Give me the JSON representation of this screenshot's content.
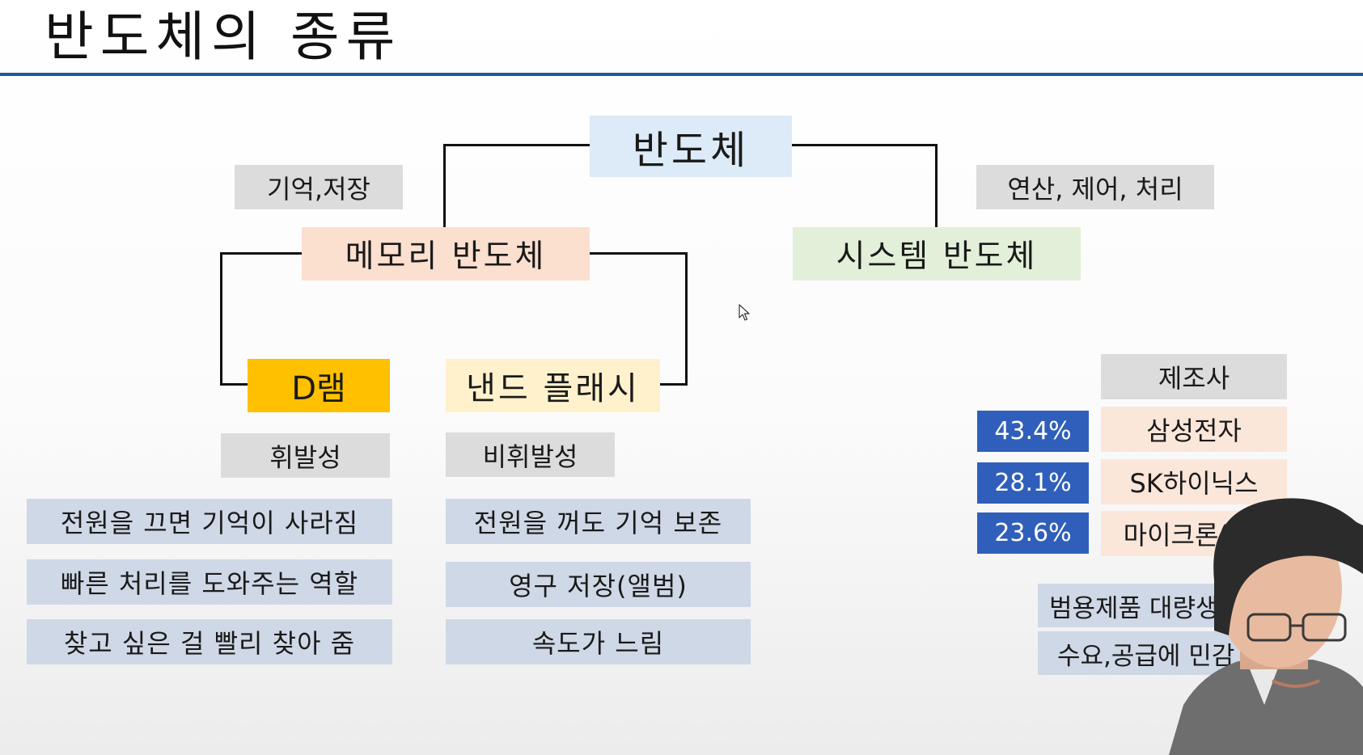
{
  "title": "반도체의 종류",
  "root": {
    "label": "반도체"
  },
  "memory": {
    "label": "메모리 반도체",
    "tag": "기억,저장",
    "dram": {
      "label": "D램",
      "property": "휘발성",
      "notes": [
        "전원을 끄면 기억이 사라짐",
        "빠른 처리를 도와주는 역할",
        "찾고 싶은 걸 빨리 찾아 줌"
      ]
    },
    "nand": {
      "label": "낸드 플래시",
      "property": "비휘발성",
      "notes": [
        "전원을 꺼도 기억 보존",
        "영구 저장(앨범)",
        "속도가 느림"
      ]
    }
  },
  "system": {
    "label": "시스템 반도체",
    "tag": "연산, 제어, 처리"
  },
  "makers": {
    "header": "제조사",
    "rows": [
      {
        "share": "43.4%",
        "name": "삼성전자"
      },
      {
        "share": "28.1%",
        "name": "SK하이닉스"
      },
      {
        "share": "23.6%",
        "name": "마이크론(美)"
      }
    ],
    "notes": [
      "범용제품 대량생산",
      "수요,공급에 민감"
    ]
  },
  "colors": {
    "title_rule": "#1f5b98",
    "share_box": "#2f5fba",
    "dram_box": "#ffc000",
    "root_box": "#ddeaf7",
    "memory_box": "#fbdfcf",
    "system_box": "#e3f0d9",
    "nand_box": "#fff1cc"
  },
  "icons": [
    "mouse-cursor-icon"
  ]
}
